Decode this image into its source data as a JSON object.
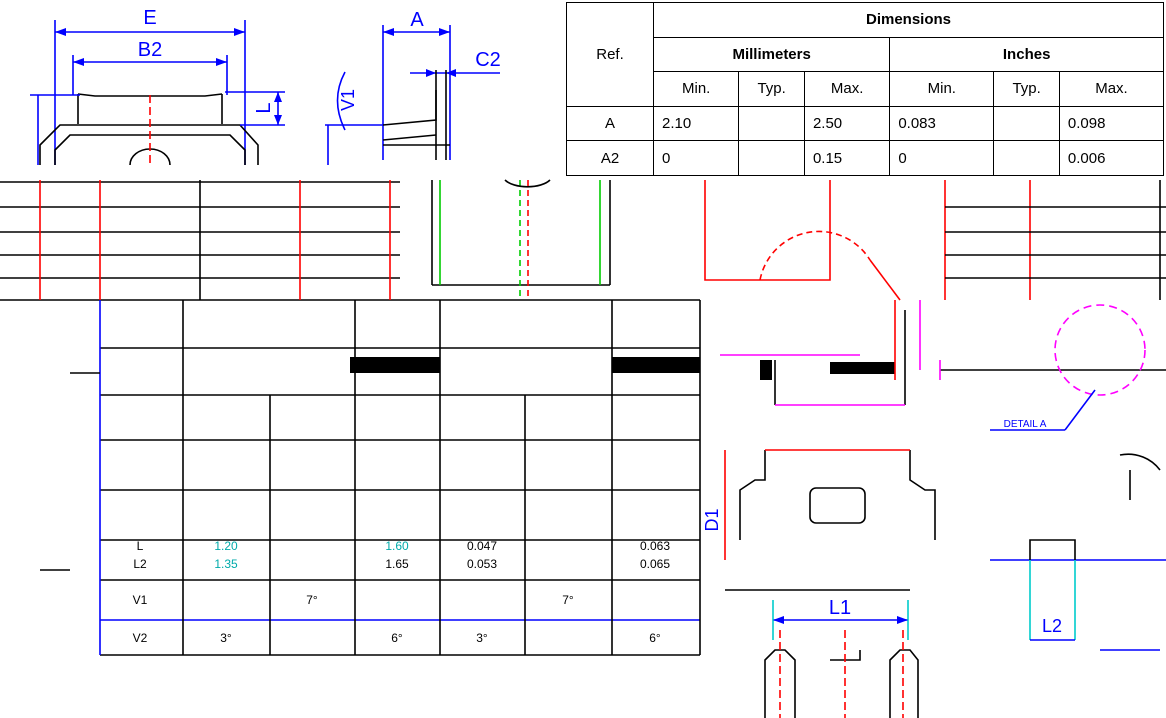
{
  "drawing_labels": {
    "E": "E",
    "B2": "B2",
    "A": "A",
    "C2": "C2",
    "L": "L",
    "V1": "V1",
    "L1": "L1",
    "L2": "L2",
    "D1": "D1",
    "detail_a": "DETAIL A"
  },
  "table": {
    "title": "Dimensions",
    "ref_header": "Ref.",
    "mm_header": "Millimeters",
    "inch_header": "Inches",
    "sub_headers": [
      "Min.",
      "Typ.",
      "Max.",
      "Min.",
      "Typ.",
      "Max."
    ],
    "rows": [
      {
        "ref": "A",
        "values": [
          "2.10",
          "",
          "2.50",
          "0.083",
          "",
          "0.098"
        ]
      },
      {
        "ref": "A2",
        "values": [
          "0",
          "",
          "0.15",
          "0",
          "",
          "0.006"
        ]
      }
    ]
  },
  "lower_table": {
    "rows": [
      {
        "ref": "L",
        "values": [
          "1.20",
          "",
          "1.60",
          "0.047",
          "",
          "0.063"
        ]
      },
      {
        "ref": "L2",
        "values": [
          "1.35",
          "",
          "1.65",
          "0.053",
          "",
          "0.065"
        ]
      },
      {
        "ref": "V1",
        "values": [
          "",
          "7°",
          "",
          "",
          "7°",
          ""
        ]
      },
      {
        "ref": "V2",
        "values": [
          "3°",
          "",
          "6°",
          "3°",
          "",
          "6°"
        ]
      }
    ]
  },
  "colors": {
    "dimension": "#0000ff",
    "outline": "#000000",
    "centerline": "#ff0000",
    "cyan": "#00cccc",
    "magenta": "#ff00ff"
  }
}
